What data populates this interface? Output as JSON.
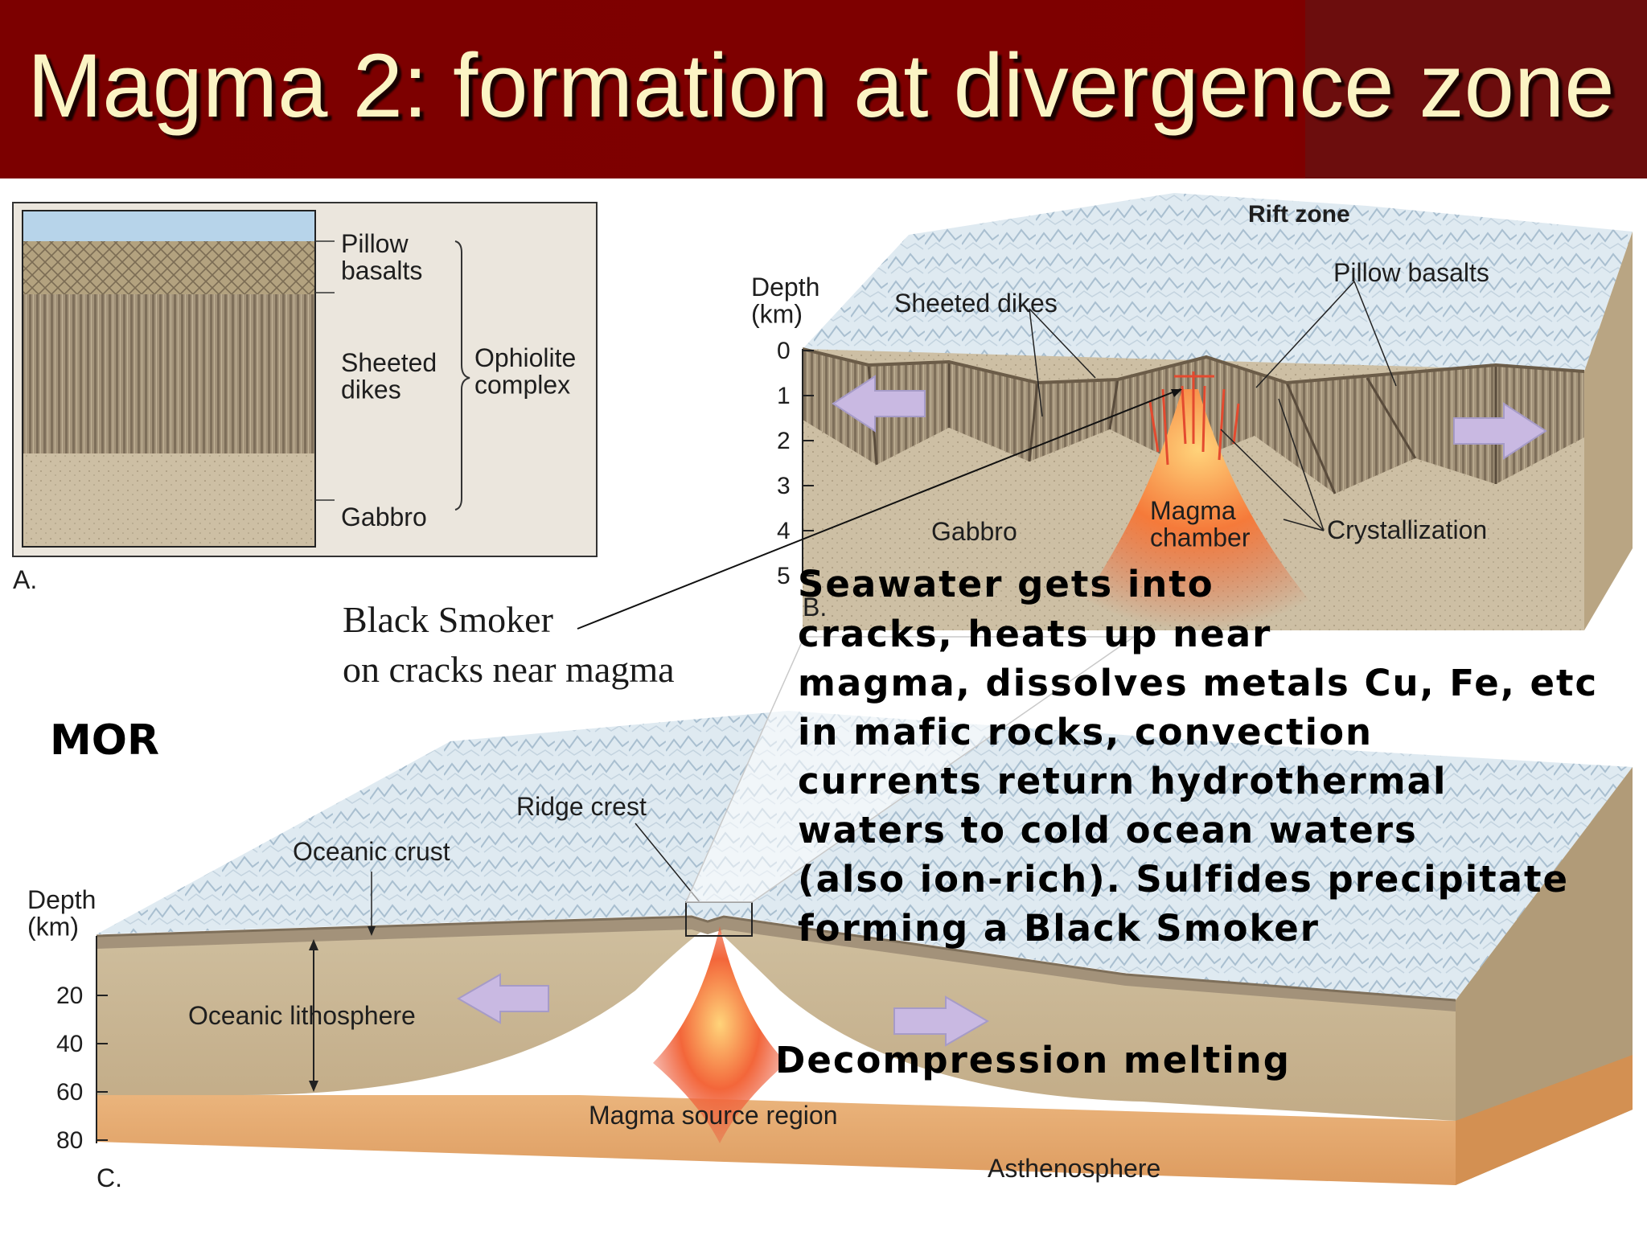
{
  "slide": {
    "title": "Magma 2: formation at divergence zone"
  },
  "panel_a": {
    "layers": {
      "pillow": "Pillow\nbasalts",
      "dikes": "Sheeted\ndikes",
      "gabbro": "Gabbro"
    },
    "group": "Ophiolite\ncomplex",
    "panel_label": "A."
  },
  "panel_b": {
    "title": "Rift zone",
    "depth_axis": {
      "label": "Depth\n(km)",
      "ticks": [
        "0",
        "1",
        "2",
        "3",
        "4",
        "5"
      ]
    },
    "labels": {
      "sheeted_dikes": "Sheeted dikes",
      "pillow_basalts": "Pillow basalts",
      "gabbro": "Gabbro",
      "magma_chamber": "Magma\nchamber",
      "crystallization": "Crystallization"
    },
    "panel_label": "B."
  },
  "panel_c": {
    "labels": {
      "ridge_crest": "Ridge crest",
      "oceanic_crust": "Oceanic crust",
      "oceanic_lithosphere": "Oceanic lithosphere",
      "magma_source": "Magma source region",
      "asthenosphere": "Asthenosphere"
    },
    "depth_axis": {
      "label": "Depth\n(km)",
      "ticks": [
        "20",
        "40",
        "60",
        "80"
      ]
    },
    "panel_label": "C."
  },
  "annotations": {
    "mor": "MOR",
    "black_smoker_line1": "Black Smoker",
    "black_smoker_line2": "on cracks near magma",
    "seawater_lines": [
      "Seawater gets into",
      "cracks, heats up near",
      "magma, dissolves metals Cu, Fe, etc",
      "in mafic rocks, convection",
      "currents return hydrothermal",
      "waters to cold ocean waters",
      "(also ion-rich).  Sulfides precipitate",
      "forming a Black Smoker"
    ],
    "decompression": "Decompression melting"
  },
  "colors": {
    "title_bar": "#7f0000",
    "title_text": "#fbf4c4",
    "seafloor": "#dde8ef",
    "crust": "#c4b294",
    "mantle": "#e8b27a",
    "magma": "#ef5a28",
    "arrow": "#c9b9e2"
  }
}
